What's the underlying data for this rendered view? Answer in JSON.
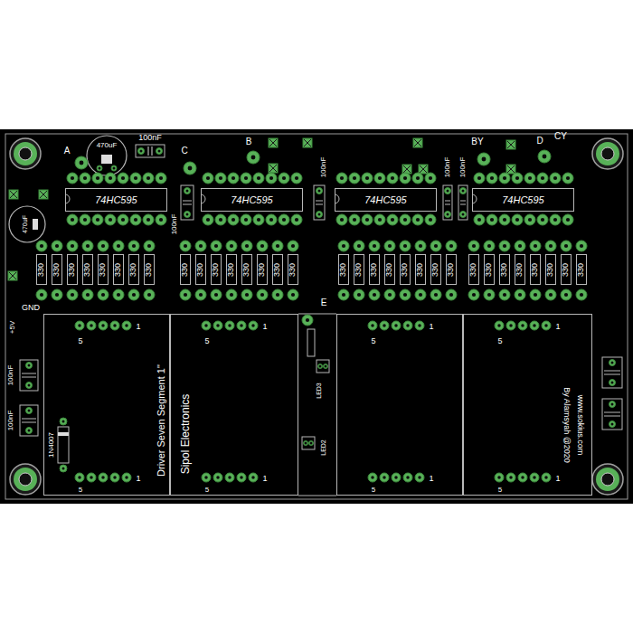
{
  "diagram": {
    "nodes": [
      {
        "text": [
          "74HC595"
        ]
      },
      {
        "text": [
          "74HC595"
        ]
      },
      {
        "text": [
          "74HC595"
        ]
      },
      {
        "text": [
          "74HC595"
        ]
      },
      {
        "text": [
          "330"
        ]
      },
      {
        "text": [
          "330"
        ]
      },
      {
        "text": [
          "330"
        ]
      },
      {
        "text": [
          "330"
        ]
      },
      {
        "text": [
          "330"
        ]
      },
      {
        "text": [
          "330"
        ]
      },
      {
        "text": [
          "330"
        ]
      },
      {
        "text": [
          "330"
        ]
      },
      {
        "text": [
          "330"
        ]
      },
      {
        "text": [
          "330"
        ]
      },
      {
        "text": [
          "330"
        ]
      },
      {
        "text": [
          "330"
        ]
      },
      {
        "text": [
          "330"
        ]
      },
      {
        "text": [
          "330"
        ]
      },
      {
        "text": [
          "330"
        ]
      },
      {
        "text": [
          "330"
        ]
      },
      {
        "text": [
          "330"
        ]
      },
      {
        "text": [
          "330"
        ]
      },
      {
        "text": [
          "330"
        ]
      },
      {
        "text": [
          "330"
        ]
      },
      {
        "text": [
          "330"
        ]
      },
      {
        "text": [
          "330"
        ]
      },
      {
        "text": [
          "330"
        ]
      },
      {
        "text": [
          "330"
        ]
      },
      {
        "text": [
          "330"
        ]
      },
      {
        "text": [
          "330"
        ]
      },
      {
        "text": [
          "330"
        ]
      },
      {
        "text": [
          "330"
        ]
      },
      {
        "text": [
          "330"
        ]
      },
      {
        "text": [
          "330"
        ]
      },
      {
        "text": [
          "330"
        ]
      },
      {
        "text": [
          "330"
        ]
      },
      {
        "text": [
          "5",
          "1",
          "5",
          "1"
        ]
      },
      {
        "text": [
          "5",
          "1",
          "5",
          "1"
        ]
      },
      {
        "text": [
          "5",
          "1",
          "5",
          "1"
        ]
      },
      {
        "text": [
          "5",
          "1",
          "5",
          "1"
        ]
      }
    ],
    "labels": [
      "A",
      "470uF",
      "100nF",
      "C",
      "B",
      "BY",
      "D",
      "CY",
      "100nF",
      "100nF",
      "100nF",
      "100nF",
      "470uF",
      "GND",
      "+5V",
      "E",
      "100nF",
      "100nF",
      "1N4007",
      "LED3",
      "LED2",
      "Driver Seven Segment 1\"",
      "Sipol Electronics",
      "By Alamsyah @2020",
      "www.sokius.com"
    ]
  }
}
